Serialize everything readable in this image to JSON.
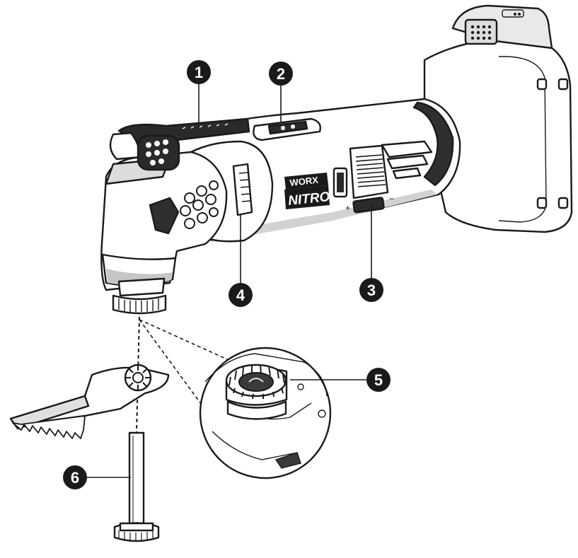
{
  "brand": {
    "line1": "WORX",
    "line2": "NITRO"
  },
  "callouts": [
    {
      "id": "1",
      "label": "1"
    },
    {
      "id": "2",
      "label": "2"
    },
    {
      "id": "3",
      "label": "3"
    },
    {
      "id": "4",
      "label": "4"
    },
    {
      "id": "5",
      "label": "5"
    },
    {
      "id": "6",
      "label": "6"
    }
  ],
  "colors": {
    "outline": "#1a1a1a",
    "body": "#ffffff",
    "shade": "#c8c8c8",
    "dark": "#3a3a3a",
    "callout_fill": "#1a1a1a"
  }
}
